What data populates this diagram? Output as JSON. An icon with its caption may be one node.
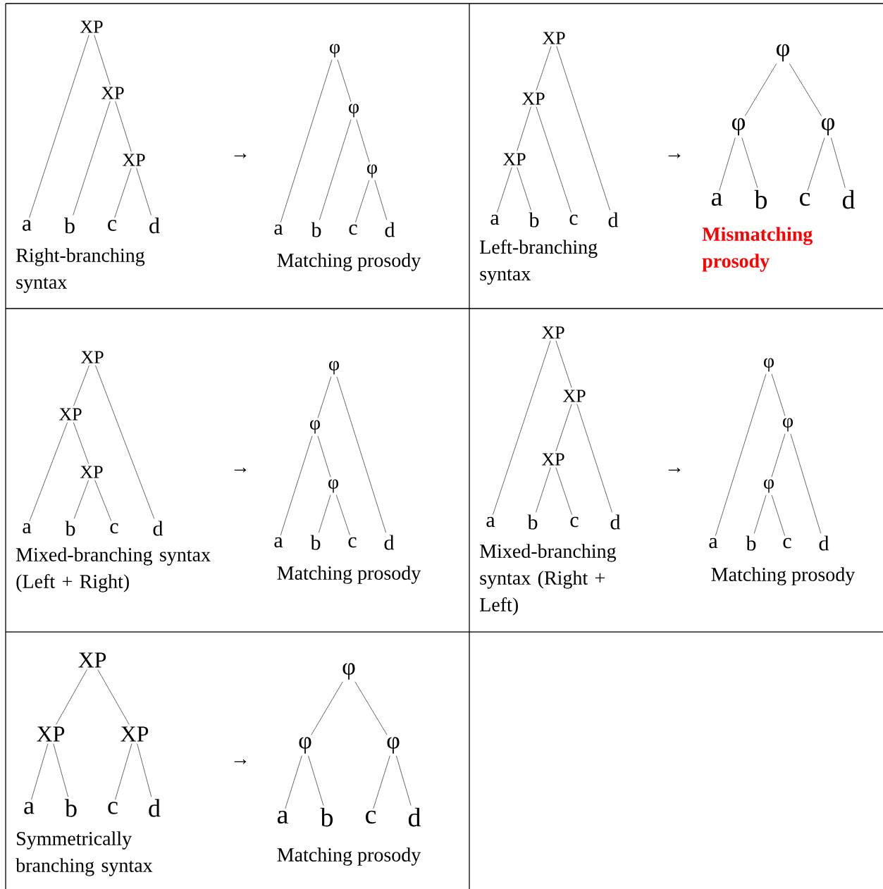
{
  "diagram": {
    "nodes": [
      {
        "text": [
          "XP"
        ]
      },
      {
        "text": [
          "XP"
        ]
      },
      {
        "text": [
          "XP"
        ]
      },
      {
        "text": [
          "a"
        ]
      },
      {
        "text": [
          "b"
        ]
      },
      {
        "text": [
          "c"
        ]
      },
      {
        "text": [
          "d"
        ]
      },
      {
        "text": [
          "φ"
        ]
      },
      {
        "text": [
          "φ"
        ]
      },
      {
        "text": [
          "φ"
        ]
      },
      {
        "text": [
          "a"
        ]
      },
      {
        "text": [
          "b"
        ]
      },
      {
        "text": [
          "c"
        ]
      },
      {
        "text": [
          "d"
        ]
      },
      {
        "text": [
          "XP"
        ]
      },
      {
        "text": [
          "XP"
        ]
      },
      {
        "text": [
          "XP"
        ]
      },
      {
        "text": [
          "a"
        ]
      },
      {
        "text": [
          "b"
        ]
      },
      {
        "text": [
          "c"
        ]
      },
      {
        "text": [
          "d"
        ]
      },
      {
        "text": [
          "φ"
        ]
      },
      {
        "text": [
          "φ"
        ]
      },
      {
        "text": [
          "φ"
        ]
      },
      {
        "text": [
          "a"
        ]
      },
      {
        "text": [
          "b"
        ]
      },
      {
        "text": [
          "c"
        ]
      },
      {
        "text": [
          "d"
        ]
      },
      {
        "text": [
          "XP"
        ]
      },
      {
        "text": [
          "XP"
        ]
      },
      {
        "text": [
          "XP"
        ]
      },
      {
        "text": [
          "a"
        ]
      },
      {
        "text": [
          "b"
        ]
      },
      {
        "text": [
          "c"
        ]
      },
      {
        "text": [
          "d"
        ]
      },
      {
        "text": [
          "φ"
        ]
      },
      {
        "text": [
          "φ"
        ]
      },
      {
        "text": [
          "φ"
        ]
      },
      {
        "text": [
          "a"
        ]
      },
      {
        "text": [
          "b"
        ]
      },
      {
        "text": [
          "c"
        ]
      },
      {
        "text": [
          "d"
        ]
      },
      {
        "text": [
          "XP"
        ]
      },
      {
        "text": [
          "XP"
        ]
      },
      {
        "text": [
          "XP"
        ]
      },
      {
        "text": [
          "a"
        ]
      },
      {
        "text": [
          "b"
        ]
      },
      {
        "text": [
          "c"
        ]
      },
      {
        "text": [
          "d"
        ]
      },
      {
        "text": [
          "φ"
        ]
      },
      {
        "text": [
          "φ"
        ]
      },
      {
        "text": [
          "φ"
        ]
      },
      {
        "text": [
          "a"
        ]
      },
      {
        "text": [
          "b"
        ]
      },
      {
        "text": [
          "c"
        ]
      },
      {
        "text": [
          "d"
        ]
      },
      {
        "text": [
          "XP"
        ]
      },
      {
        "text": [
          "XP"
        ]
      },
      {
        "text": [
          "XP"
        ]
      },
      {
        "text": [
          "a"
        ]
      },
      {
        "text": [
          "b"
        ]
      },
      {
        "text": [
          "c"
        ]
      },
      {
        "text": [
          "d"
        ]
      },
      {
        "text": [
          "φ"
        ]
      },
      {
        "text": [
          "φ"
        ]
      },
      {
        "text": [
          "φ"
        ]
      },
      {
        "text": [
          "a"
        ]
      },
      {
        "text": [
          "b"
        ]
      },
      {
        "text": [
          "c"
        ]
      },
      {
        "text": [
          "d"
        ]
      }
    ],
    "edges": [
      {
        "from": 0,
        "to": 3,
        "arrow": "none"
      },
      {
        "from": 0,
        "to": 1,
        "arrow": "none"
      },
      {
        "from": 1,
        "to": 4,
        "arrow": "none"
      },
      {
        "from": 1,
        "to": 2,
        "arrow": "none"
      },
      {
        "from": 2,
        "to": 5,
        "arrow": "none"
      },
      {
        "from": 2,
        "to": 6,
        "arrow": "none"
      },
      {
        "from": 7,
        "to": 10,
        "arrow": "none"
      },
      {
        "from": 7,
        "to": 8,
        "arrow": "none"
      },
      {
        "from": 8,
        "to": 11,
        "arrow": "none"
      },
      {
        "from": 8,
        "to": 9,
        "arrow": "none"
      },
      {
        "from": 9,
        "to": 12,
        "arrow": "none"
      },
      {
        "from": 9,
        "to": 13,
        "arrow": "none"
      },
      {
        "from": 14,
        "to": 15,
        "arrow": "none"
      },
      {
        "from": 14,
        "to": 20,
        "arrow": "none"
      },
      {
        "from": 15,
        "to": 16,
        "arrow": "none"
      },
      {
        "from": 15,
        "to": 19,
        "arrow": "none"
      },
      {
        "from": 16,
        "to": 17,
        "arrow": "none"
      },
      {
        "from": 16,
        "to": 18,
        "arrow": "none"
      },
      {
        "from": 21,
        "to": 22,
        "arrow": "none"
      },
      {
        "from": 21,
        "to": 23,
        "arrow": "none"
      },
      {
        "from": 22,
        "to": 24,
        "arrow": "none"
      },
      {
        "from": 22,
        "to": 25,
        "arrow": "none"
      },
      {
        "from": 23,
        "to": 26,
        "arrow": "none"
      },
      {
        "from": 23,
        "to": 27,
        "arrow": "none"
      },
      {
        "from": 28,
        "to": 29,
        "arrow": "none"
      },
      {
        "from": 28,
        "to": 34,
        "arrow": "none"
      },
      {
        "from": 29,
        "to": 31,
        "arrow": "none"
      },
      {
        "from": 29,
        "to": 30,
        "arrow": "none"
      },
      {
        "from": 30,
        "to": 32,
        "arrow": "none"
      },
      {
        "from": 30,
        "to": 33,
        "arrow": "none"
      },
      {
        "from": 35,
        "to": 36,
        "arrow": "none"
      },
      {
        "from": 35,
        "to": 41,
        "arrow": "none"
      },
      {
        "from": 36,
        "to": 38,
        "arrow": "none"
      },
      {
        "from": 36,
        "to": 37,
        "arrow": "none"
      },
      {
        "from": 37,
        "to": 39,
        "arrow": "none"
      },
      {
        "from": 37,
        "to": 40,
        "arrow": "none"
      },
      {
        "from": 42,
        "to": 45,
        "arrow": "none"
      },
      {
        "from": 42,
        "to": 43,
        "arrow": "none"
      },
      {
        "from": 43,
        "to": 44,
        "arrow": "none"
      },
      {
        "from": 43,
        "to": 48,
        "arrow": "none"
      },
      {
        "from": 44,
        "to": 46,
        "arrow": "none"
      },
      {
        "from": 44,
        "to": 47,
        "arrow": "none"
      },
      {
        "from": 49,
        "to": 52,
        "arrow": "none"
      },
      {
        "from": 49,
        "to": 50,
        "arrow": "none"
      },
      {
        "from": 50,
        "to": 51,
        "arrow": "none"
      },
      {
        "from": 50,
        "to": 55,
        "arrow": "none"
      },
      {
        "from": 51,
        "to": 53,
        "arrow": "none"
      },
      {
        "from": 51,
        "to": 54,
        "arrow": "none"
      },
      {
        "from": 56,
        "to": 57,
        "arrow": "none"
      },
      {
        "from": 56,
        "to": 58,
        "arrow": "none"
      },
      {
        "from": 57,
        "to": 59,
        "arrow": "none"
      },
      {
        "from": 57,
        "to": 60,
        "arrow": "none"
      },
      {
        "from": 58,
        "to": 61,
        "arrow": "none"
      },
      {
        "from": 58,
        "to": 62,
        "arrow": "none"
      },
      {
        "from": 63,
        "to": 64,
        "arrow": "none"
      },
      {
        "from": 63,
        "to": 65,
        "arrow": "none"
      },
      {
        "from": 64,
        "to": 66,
        "arrow": "none"
      },
      {
        "from": 64,
        "to": 67,
        "arrow": "none"
      },
      {
        "from": 65,
        "to": 68,
        "arrow": "none"
      },
      {
        "from": 65,
        "to": 69,
        "arrow": "none"
      }
    ],
    "labels": [
      "→",
      "Right-branching syntax",
      "Matching prosody",
      "→",
      "Left-branching syntax",
      "Mismatching prosody",
      "→",
      "Mixed-branching syntax (Left + Right)",
      "Matching prosody",
      "→",
      "Mixed-branching syntax (Right + Left)",
      "Matching prosody",
      "→",
      "Symmetrically branching syntax",
      "Matching prosody"
    ]
  }
}
